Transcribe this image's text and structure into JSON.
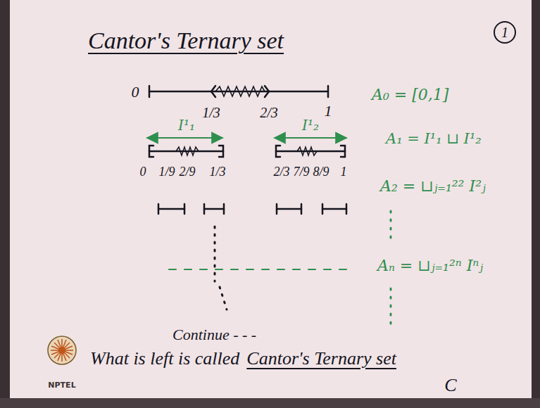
{
  "diagram": {
    "title": "Cantor's Ternary set",
    "nodes": [
      {
        "text": [
          "1"
        ]
      }
    ],
    "labels": [
      "0",
      "1/3",
      "2/3",
      "1",
      "I¹₁",
      "I¹₂",
      "0",
      "1/9",
      "2/9",
      "1/3",
      "2/3",
      "7/9",
      "8/9",
      "1",
      "A₀ = [0,1]",
      "A₁ = I¹₁ ⊔ I¹₂",
      "A₂ = ⊔ⱼ₌₁²² I²ⱼ",
      "Aₙ = ⊔ⱼ₌₁²ⁿ Iⁿⱼ",
      "Continue - - -",
      "What is left is called",
      "Cantor's Ternary set",
      "C",
      "NPTEL"
    ]
  }
}
